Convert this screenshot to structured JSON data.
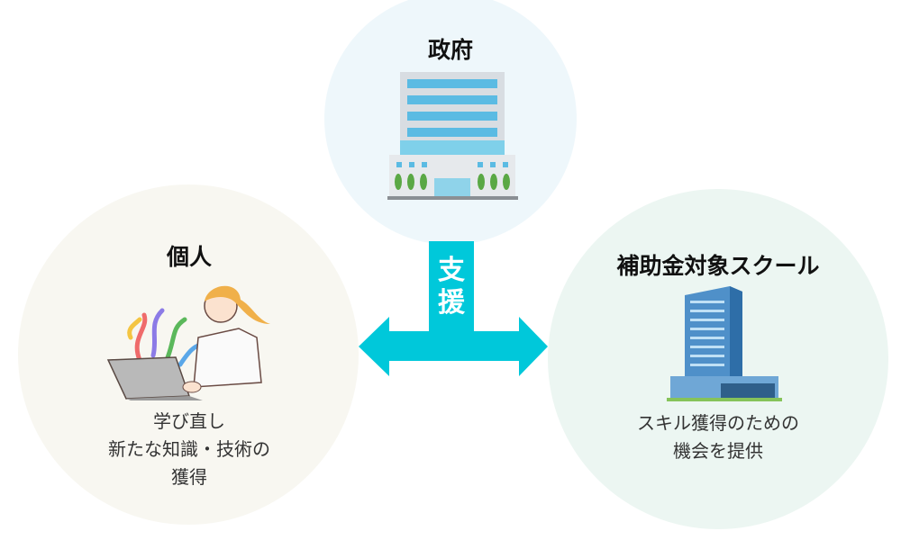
{
  "government": {
    "title": "政府"
  },
  "arrow": {
    "label_line1": "支",
    "label_line2": "援",
    "color": "#00c8da"
  },
  "individual": {
    "title": "個人",
    "desc_lines": [
      "学び直し",
      "新たな知識・技術の",
      "獲得"
    ]
  },
  "school": {
    "title": "補助金対象スクール",
    "desc_lines": [
      "スキル獲得のための",
      "機会を提供"
    ]
  }
}
